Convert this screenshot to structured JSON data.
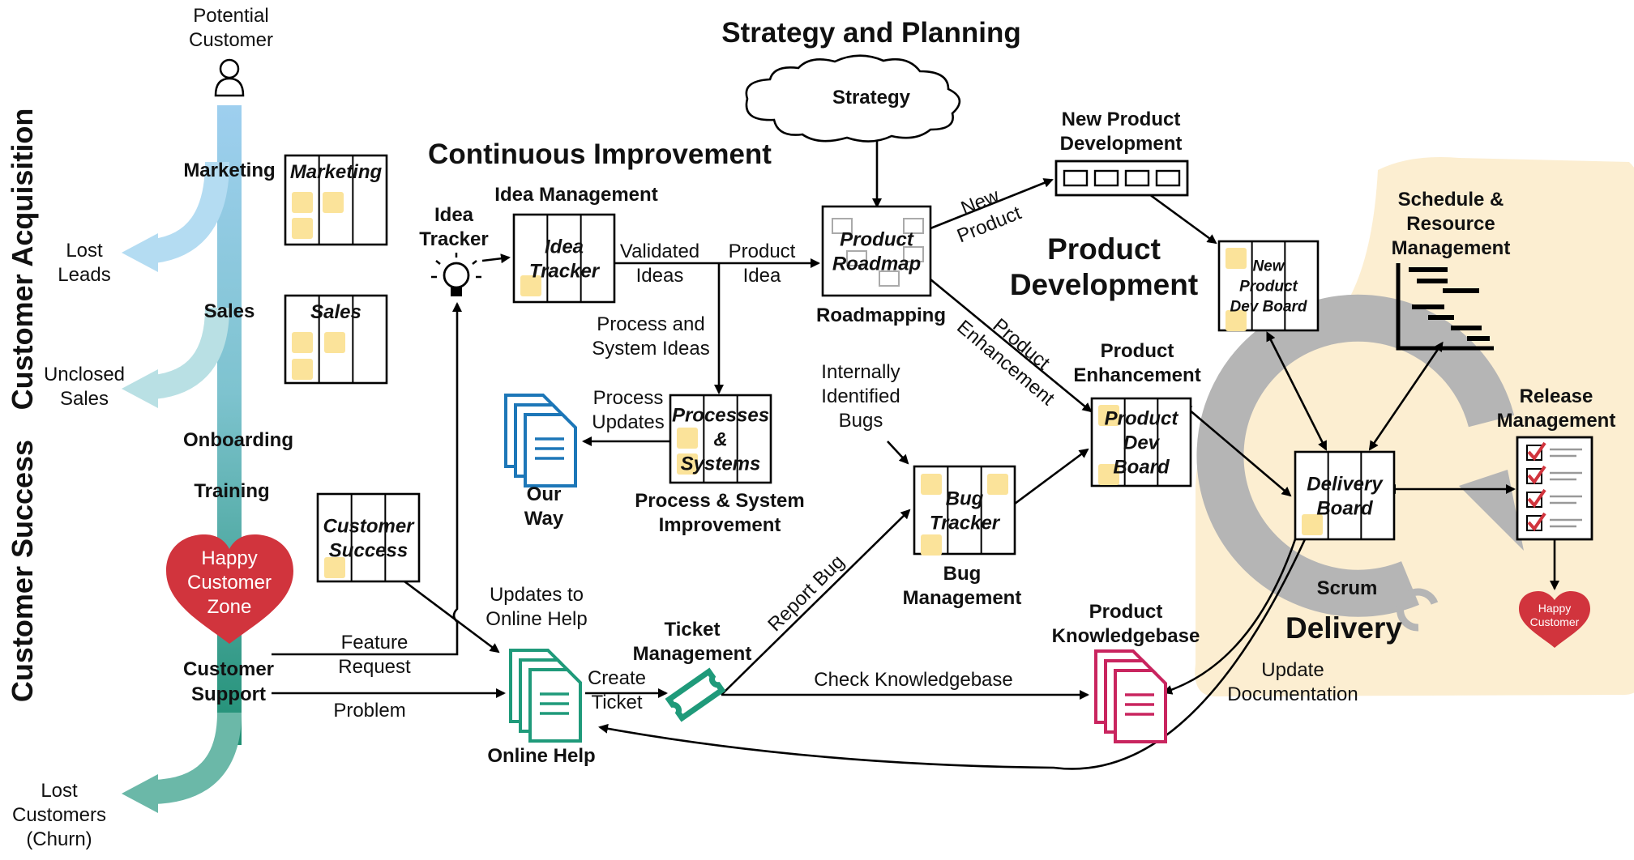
{
  "colors": {
    "funnel_top": "#9ecfef",
    "funnel_bottom": "#1f8f73",
    "heart": "#d1343d",
    "delivery_zone": "#fcebc9",
    "doc_blue": "#1d77b8",
    "doc_green": "#1f9a7a",
    "doc_pink": "#c9255f",
    "sticky": "#fbe39a"
  },
  "sections": {
    "customer_acquisition": "Customer Acquisition",
    "customer_success": "Customer Success",
    "strategy_planning": "Strategy and Planning",
    "continuous_improvement": "Continuous Improvement",
    "product_development": [
      "Product",
      "Development"
    ],
    "delivery": "Delivery"
  },
  "funnel": {
    "potential_customer": [
      "Potential",
      "Customer"
    ],
    "marketing": "Marketing",
    "sales": "Sales",
    "onboarding": "Onboarding",
    "training": "Training",
    "happy_zone": [
      "Happy",
      "Customer",
      "Zone"
    ],
    "customer_support": [
      "Customer",
      "Support"
    ],
    "lost_leads": [
      "Lost",
      "Leads"
    ],
    "unclosed_sales": [
      "Unclosed",
      "Sales"
    ],
    "lost_customers": [
      "Lost",
      "Customers",
      "(Churn)"
    ]
  },
  "boards": {
    "marketing": [
      "Marketing"
    ],
    "sales": [
      "Sales"
    ],
    "customer_success": [
      "Customer",
      "Success"
    ],
    "idea_tracker": [
      "Idea",
      "Tracker"
    ],
    "product_roadmap": [
      "Product",
      "Roadmap"
    ],
    "processes_systems": [
      "Processes",
      "&",
      "Systems"
    ],
    "bug_tracker": [
      "Bug",
      "Tracker"
    ],
    "product_dev": [
      "Product",
      "Dev",
      "Board"
    ],
    "new_product_dev": [
      "New",
      "Product",
      "Dev Board"
    ],
    "delivery": [
      "Delivery",
      "Board"
    ]
  },
  "nodes": {
    "strategy": "Strategy",
    "idea_tracker_label": [
      "Idea",
      "Tracker"
    ],
    "idea_management": "Idea Management",
    "roadmapping": "Roadmapping",
    "new_product_development": [
      "New Product",
      "Development"
    ],
    "product_enhancement": [
      "Product",
      "Enhancement"
    ],
    "schedule_resource": [
      "Schedule &",
      "Resource",
      "Management"
    ],
    "release_management": [
      "Release",
      "Management"
    ],
    "happy_customer": [
      "Happy",
      "Customer"
    ],
    "scrum": "Scrum",
    "our_way": [
      "Our",
      "Way"
    ],
    "process_system_improvement": [
      "Process & System",
      "Improvement"
    ],
    "bug_management": [
      "Bug",
      "Management"
    ],
    "online_help": "Online Help",
    "ticket_management": [
      "Ticket",
      "Management"
    ],
    "product_knowledgebase": [
      "Product",
      "Knowledgebase"
    ]
  },
  "edges": {
    "validated_ideas": [
      "Validated",
      "Ideas"
    ],
    "product_idea": [
      "Product",
      "Idea"
    ],
    "process_system_ideas": [
      "Process and",
      "System Ideas"
    ],
    "process_updates": [
      "Process",
      "Updates"
    ],
    "internally_identified_bugs": [
      "Internally",
      "Identified",
      "Bugs"
    ],
    "new_product": [
      "New",
      "Product"
    ],
    "product_enhancement": [
      "Product",
      "Enhancement"
    ],
    "feature_request": [
      "Feature",
      "Request"
    ],
    "problem": "Problem",
    "updates_to_online_help": [
      "Updates to",
      "Online Help"
    ],
    "create_ticket": [
      "Create",
      "Ticket"
    ],
    "report_bug": "Report Bug",
    "check_knowledgebase": "Check Knowledgebase",
    "update_documentation": [
      "Update",
      "Documentation"
    ]
  }
}
